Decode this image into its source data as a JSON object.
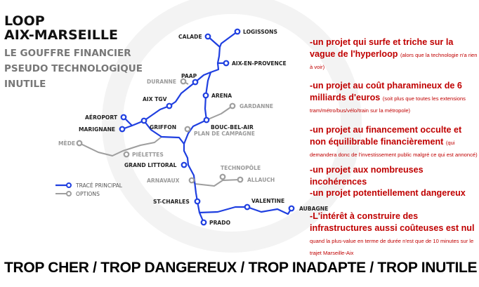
{
  "header": {
    "title_line1": "LOOP",
    "title_line2": "AIX-MARSEILLE",
    "subtitle": [
      "LE GOUFFRE FINANCIER",
      "PSEUDO TECHNOLOGIQUE",
      "INUTILE"
    ]
  },
  "map": {
    "main_color": "#1f3fe0",
    "option_color": "#9e9e9e",
    "stations": {
      "calade": "CALADE",
      "logissons": "LOGISSONS",
      "aix": "AIX-EN-PROVENCE",
      "paap": "PAAP",
      "arena": "ARENA",
      "aixtgv": "AIX TGV",
      "aeroport": "AÉROPORT",
      "marignane": "MARIGNANE",
      "griffon": "GRIFFON",
      "boucbelair": "BOUC-BEL-AIR",
      "grandlittoral": "GRAND LITTORAL",
      "stcharles": "ST-CHARLES",
      "valentine": "VALENTINE",
      "aubagne": "AUBAGNE",
      "prado": "PRADO"
    },
    "options": {
      "duranne": "DURANNE",
      "gardanne": "GARDANNE",
      "plandecampagne": "PLAN DE CAMPAGNE",
      "mede": "MÈDE",
      "pielettes": "PIÉLETTES",
      "arnavaux": "ARNAVAUX",
      "technopole": "TECHNOPÔLE",
      "allauch": "ALLAUCH"
    },
    "legend": {
      "main": "TRACÉ PRINCIPAL",
      "options": "OPTIONS"
    }
  },
  "points": [
    {
      "main": "-un projet qui surfe et triche sur la vague de l'hyperloop",
      "note": "(alors que la technologie n'a rien à voir)"
    },
    {
      "main": "-un projet au coût pharamineux de 6 milliards d'euros",
      "note": "(soit plus que toutes les extensions tram/métro/bus/vélo/train  sur la métropole)"
    },
    {
      "main": "-un projet au financement occulte et non équilibrable financièrement",
      "note": "(qui demandera donc de l'investissement public malgré ce qui est annoncé)"
    },
    {
      "main": "-un projet aux nombreuses incohérences",
      "note": ""
    },
    {
      "main": "-un projet potentiellement dangereux",
      "note": ""
    },
    {
      "main": "-L'intérêt à construire des infrastructures aussi coûteuses est nul",
      "note": "quand la plus-value en terme de durée n'est que de 10 minutes sur le trajet Marseille-Aix"
    }
  ],
  "footer": "TROP CHER / TROP DANGEREUX / TROP INADAPTE / TROP INUTILE",
  "text_color": "#c00000"
}
